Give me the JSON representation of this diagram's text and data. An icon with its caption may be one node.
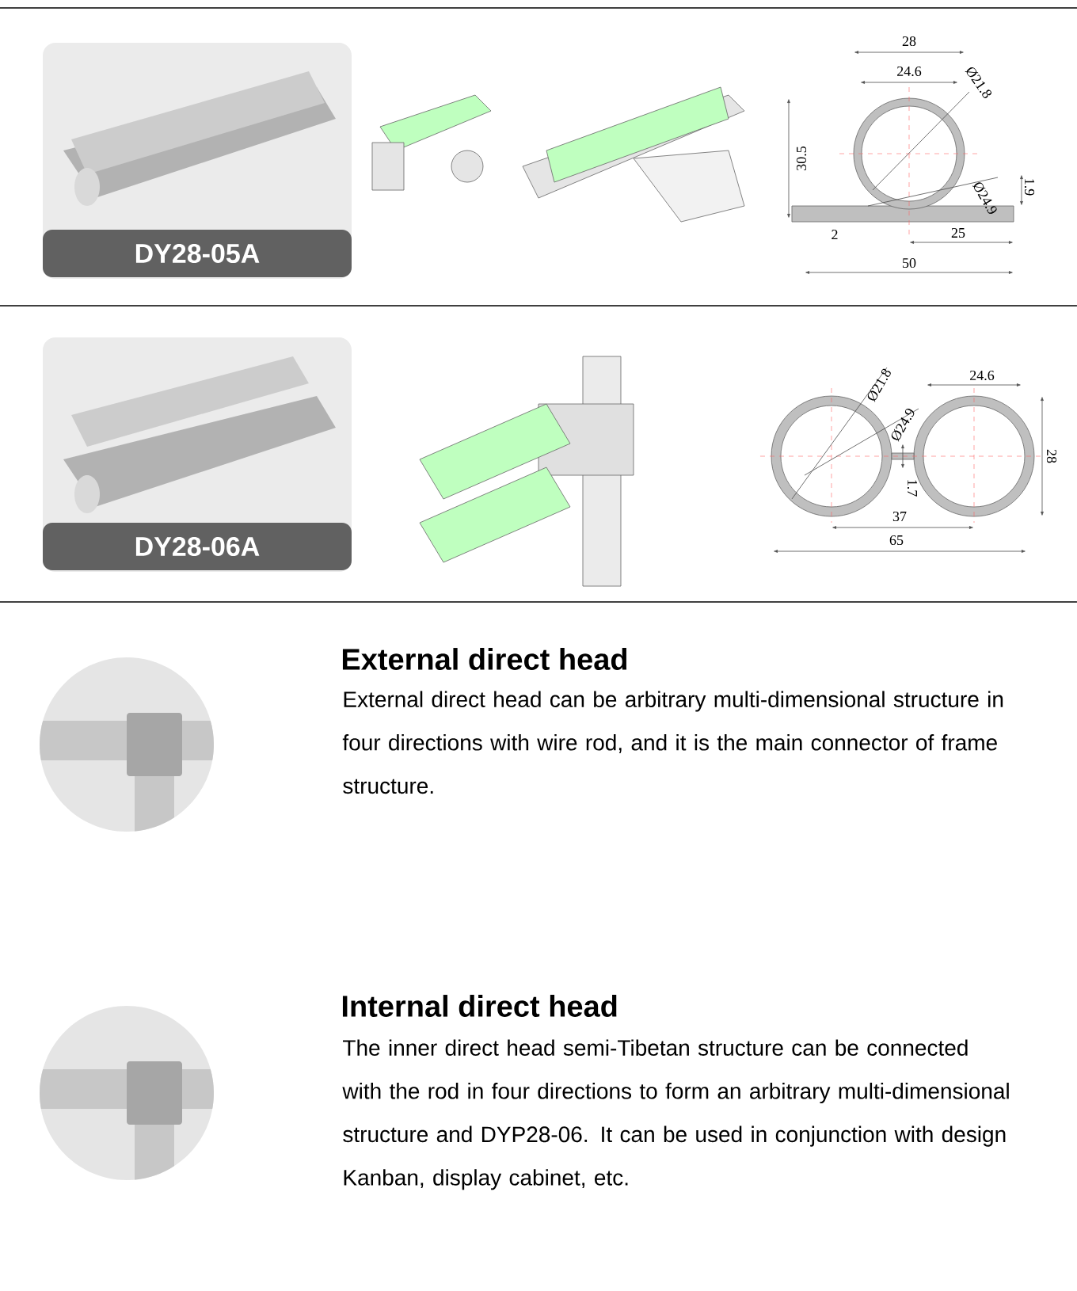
{
  "diagram": {
    "nodes": [
      {
        "text": [
          "DY28-05A"
        ]
      },
      {
        "text": [
          "DY28-06A"
        ]
      }
    ],
    "labels": [
      "28",
      "24.6",
      "Ø21.8",
      "30.5",
      "1.9",
      "Ø24.9",
      "2",
      "25",
      "50",
      "Ø21.8",
      "24.6",
      "Ø24.9",
      "28",
      "1.7",
      "37",
      "65",
      "External direct head",
      "External direct head can be arbitrary multi-dimensional structure in four directions with wire rod, and it is the main connector of frame structure.",
      "Internal direct head",
      "The inner direct head semi-Tibetan structure can be connected with the rod in four directions to form an arbitrary multi-dimensional structure and DYP28-06. It can be used in conjunction with design Kanban, display cabinet, etc."
    ]
  }
}
